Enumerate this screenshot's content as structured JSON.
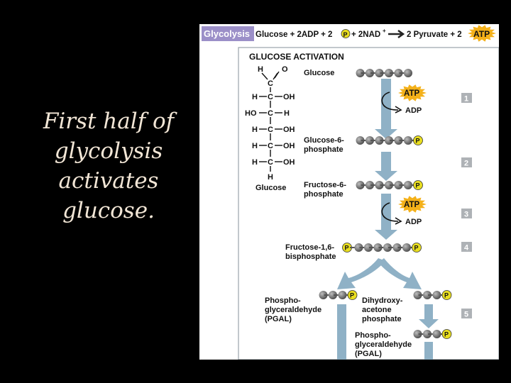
{
  "slide": {
    "lines": [
      "First half of",
      "glycolysis",
      "activates",
      "glucose."
    ]
  },
  "equation": {
    "title": "Glycolysis",
    "left": "Glucose + 2ADP + 2",
    "p": "P",
    "mid": "+ 2NAD",
    "plus": "+",
    "right": "2 Pyruvate + 2",
    "atp": "ATP"
  },
  "section": {
    "title": "GLUCOSE ACTIVATION"
  },
  "structure": {
    "top_h": "H",
    "top_o": "O",
    "top_c": "C",
    "c": "C",
    "h": "H",
    "oh": "OH",
    "ho": "HO",
    "caption": "Glucose"
  },
  "molecules": {
    "glucose": "Glucose",
    "g6p_1": "Glucose-6-",
    "g6p_2": "phosphate",
    "f6p_1": "Fructose-6-",
    "f6p_2": "phosphate",
    "f16_1": "Fructose-1,6-",
    "f16_2": "bisphosphate",
    "pgal_1": "Phospho-",
    "pgal_2": "glyceraldehyde",
    "pgal_3": "(PGAL)",
    "dhap_1": "Dihydroxy-",
    "dhap_2": "acetone",
    "dhap_3": "phosphate",
    "pgal2_1": "Phospho-",
    "pgal2_2": "glyceraldehyde",
    "pgal2_3": "(PGAL)"
  },
  "energy": {
    "atp": "ATP",
    "adp": "ADP",
    "p": "P"
  },
  "steps": [
    "1",
    "2",
    "3",
    "4",
    "5"
  ],
  "colors": {
    "title_bg": "#9b8fc8",
    "atp_burst": "#f4b11a",
    "arrow": "#8fb1c6",
    "bead": "#6f6f6f",
    "step_box": "#aeb2b6",
    "p_circle": "#e8dd20"
  }
}
